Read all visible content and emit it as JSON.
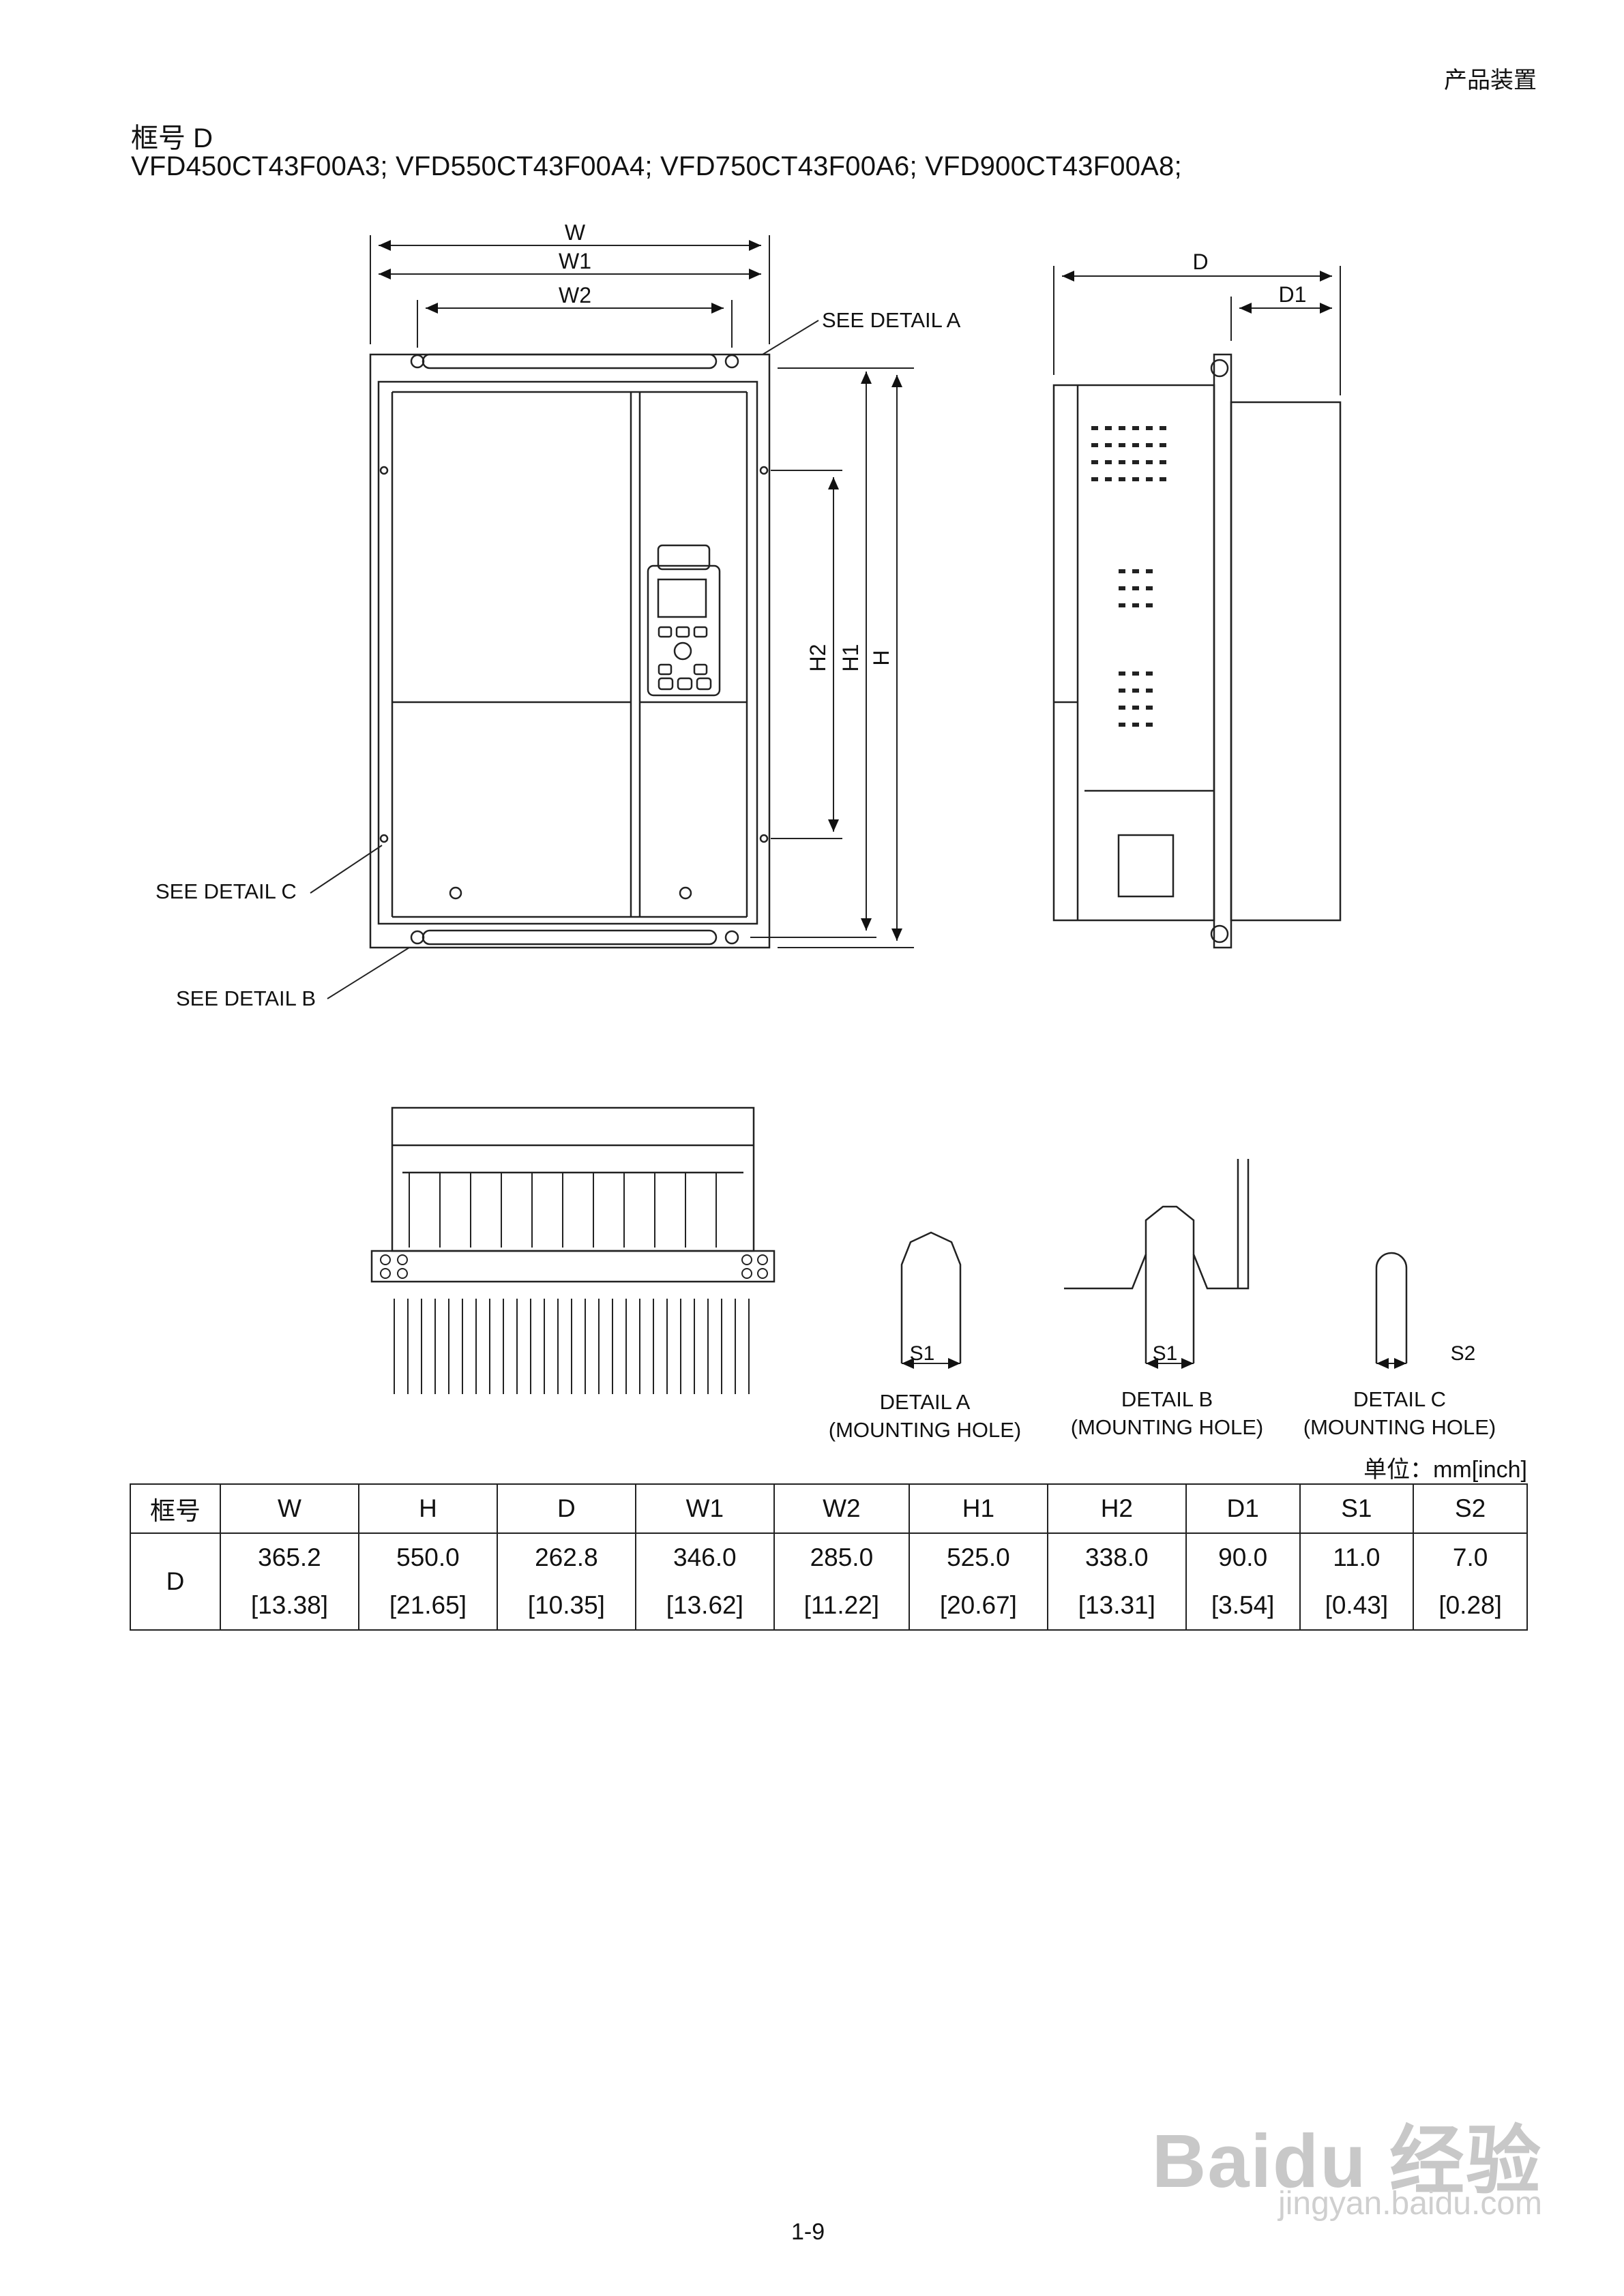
{
  "header": {
    "section": "产品装置"
  },
  "frame_title": "框号 D",
  "models": "VFD450CT43F00A3; VFD550CT43F00A4; VFD750CT43F00A6; VFD900CT43F00A8;",
  "drawing": {
    "dim_labels": {
      "W": "W",
      "W1": "W1",
      "W2": "W2",
      "H": "H",
      "H1": "H1",
      "H2": "H2",
      "D": "D",
      "D1": "D1",
      "S1": "S1",
      "S2": "S2"
    },
    "callouts": {
      "detail_a": "SEE DETAIL A",
      "detail_b": "SEE DETAIL B",
      "detail_c": "SEE DETAIL C"
    },
    "details": {
      "a_title": "DETAIL A",
      "b_title": "DETAIL B",
      "c_title": "DETAIL C",
      "subtitle": "(MOUNTING HOLE)"
    }
  },
  "unit_note": "单位：mm[inch]",
  "table": {
    "headers": [
      "框号",
      "W",
      "H",
      "D",
      "W1",
      "W2",
      "H1",
      "H2",
      "D1",
      "S1",
      "S2"
    ],
    "frame": "D",
    "mm": [
      "365.2",
      "550.0",
      "262.8",
      "346.0",
      "285.0",
      "525.0",
      "338.0",
      "90.0",
      "11.0",
      "7.0"
    ],
    "inch": [
      "[13.38]",
      "[21.65]",
      "[10.35]",
      "[13.62]",
      "[11.22]",
      "[20.67]",
      "[13.31]",
      "[3.54]",
      "[0.43]",
      "[0.28]"
    ]
  },
  "watermark": {
    "brand": "Baidu 经验",
    "url": "jingyan.baidu.com"
  },
  "page_number": "1-9"
}
